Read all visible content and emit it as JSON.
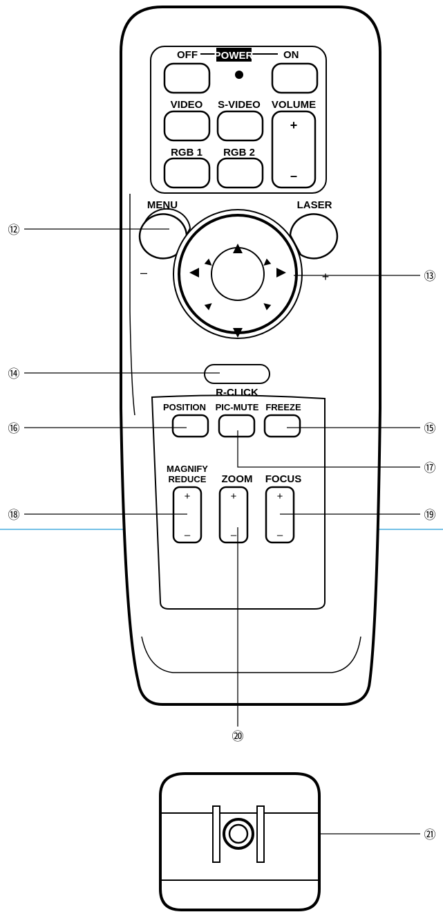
{
  "colors": {
    "ink": "#000000",
    "page": "#ffffff",
    "guide_line": "#1e9bd7"
  },
  "remote": {
    "power_group": {
      "off": "OFF",
      "power": "POWER",
      "on": "ON"
    },
    "source": {
      "video": "VIDEO",
      "svideo": "S-VIDEO",
      "volume": "VOLUME",
      "rgb1": "RGB 1",
      "rgb2": "RGB 2",
      "plus": "+",
      "minus": "–"
    },
    "menu": "MENU",
    "laser": "LASER",
    "minus": "–",
    "plus": "+",
    "r_click": "R-CLICK",
    "position": "POSITION",
    "pic_mute": "PIC-MUTE",
    "freeze": "FREEZE",
    "magnify": "MAGNIFY",
    "reduce": "REDUCE",
    "zoom": "ZOOM",
    "focus": "FOCUS",
    "key_plus": "+",
    "key_minus": "–"
  },
  "callouts": {
    "c12": "⑫",
    "c13": "⑬",
    "c14": "⑭",
    "c15": "⑮",
    "c16": "⑯",
    "c17": "⑰",
    "c18": "⑱",
    "c19": "⑲",
    "c20": "⑳",
    "c21": "㉑"
  }
}
